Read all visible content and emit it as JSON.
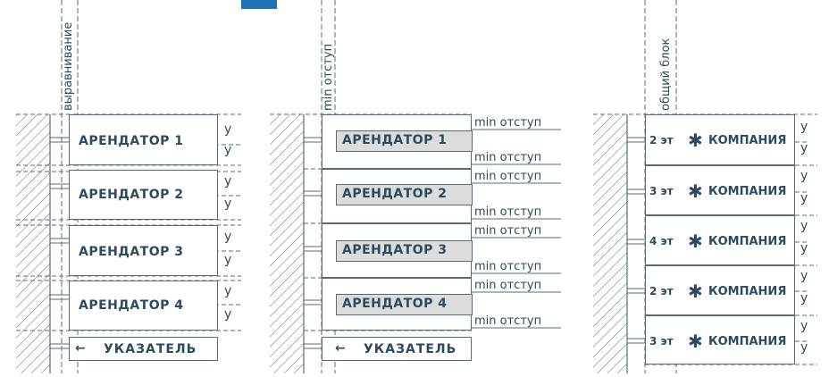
{
  "diagram": {
    "colors": {
      "line": "#5a6b78",
      "text": "#2d4a5e",
      "gray_fill": "#dcdcdc",
      "title_blue": "#1f6fb3"
    },
    "panel1": {
      "vertical_label": "выравнивание",
      "tenants": [
        {
          "name": "АРЕНДАТОР 1",
          "y_top": "у",
          "y_bottom": "у"
        },
        {
          "name": "АРЕНДАТОР 2",
          "y_top": "у",
          "y_bottom": "у"
        },
        {
          "name": "АРЕНДАТОР 3",
          "y_top": "у",
          "y_bottom": "у"
        },
        {
          "name": "АРЕНДАТОР 4",
          "y_top": "у",
          "y_bottom": "у"
        }
      ],
      "pointer": {
        "arrow": "←",
        "label": "УКАЗАТЕЛЬ"
      }
    },
    "panel2": {
      "vertical_label": "min отступ",
      "min_label": "min отступ",
      "tenants": [
        {
          "name": "АРЕНДАТОР 1"
        },
        {
          "name": "АРЕНДАТОР 2"
        },
        {
          "name": "АРЕНДАТОР 3"
        },
        {
          "name": "АРЕНДАТОР 4"
        }
      ],
      "pointer": {
        "arrow": "←",
        "label": "УКАЗАТЕЛЬ"
      }
    },
    "panel3": {
      "vertical_label": "общий блок",
      "rows": [
        {
          "floor": "2 эт",
          "company": "КОМПАНИЯ",
          "icon": "asterisk-icon",
          "y_top": "у",
          "y_bottom": "у"
        },
        {
          "floor": "3 эт",
          "company": "КОМПАНИЯ",
          "icon": "asterisk-icon",
          "y_top": "у",
          "y_bottom": "у"
        },
        {
          "floor": "4 эт",
          "company": "КОМПАНИЯ",
          "icon": "asterisk-icon",
          "y_top": "у",
          "y_bottom": "у"
        },
        {
          "floor": "2 эт",
          "company": "КОМПАНИЯ",
          "icon": "asterisk-icon",
          "y_top": "у",
          "y_bottom": "у"
        },
        {
          "floor": "3 эт",
          "company": "КОМПАНИЯ",
          "icon": "asterisk-icon",
          "y_top": "у",
          "y_bottom": "у"
        }
      ]
    }
  }
}
